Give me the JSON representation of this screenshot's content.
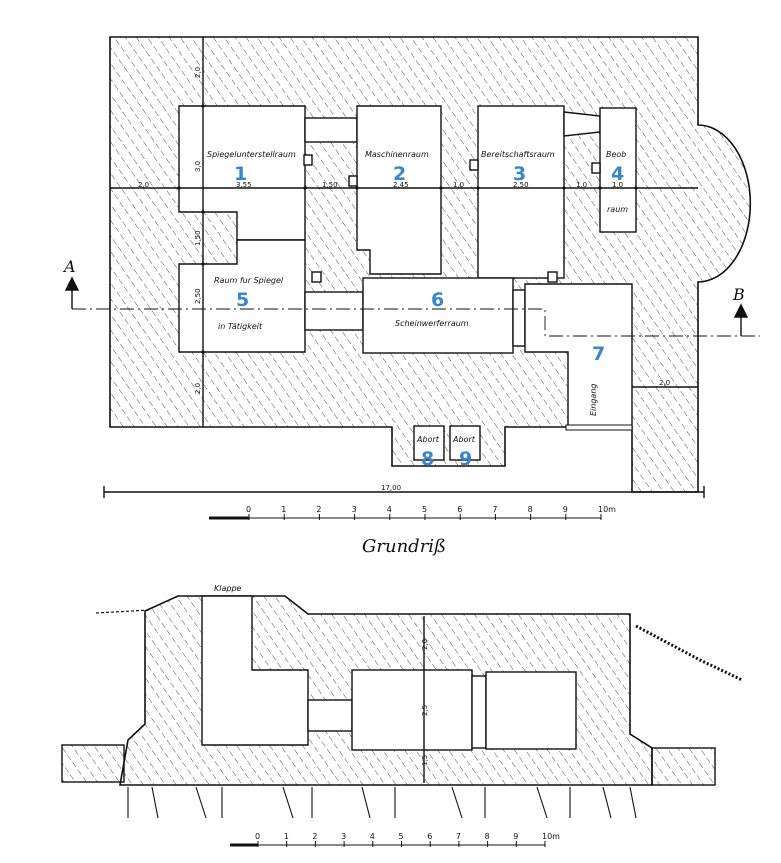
{
  "caption": "Grundriß",
  "section_marks": {
    "left": "A",
    "right": "B"
  },
  "rooms": [
    {
      "id": "1",
      "name": "Spiegelunterstellraum"
    },
    {
      "id": "2",
      "name": "Maschinenraum"
    },
    {
      "id": "3",
      "name": "Bereitschaftsraum"
    },
    {
      "id": "4",
      "name": "Beob",
      "name2": "raum"
    },
    {
      "id": "5",
      "name": "Raum fur Spiegel",
      "name2": "in Tätigkeit"
    },
    {
      "id": "6",
      "name": "Scheinwerferraum"
    },
    {
      "id": "7",
      "name": "Eingang"
    },
    {
      "id": "8",
      "name": "Abort"
    },
    {
      "id": "9",
      "name": "Abort"
    }
  ],
  "plan_dimensions": {
    "d1": "2,0",
    "d2": "3,0",
    "d3": "3,55",
    "d4": "1,50",
    "d5": "2,45",
    "d6": "1,0",
    "d7": "2,50",
    "d8": "1,0",
    "d9": "1,0",
    "d10": "2,0",
    "d11": "1,50",
    "d12": "2,50",
    "d13": "2,0",
    "d14": "2,0",
    "d15": "17,00"
  },
  "scale_labels": [
    "0",
    "1",
    "2",
    "3",
    "4",
    "5",
    "6",
    "7",
    "8",
    "9",
    "10m"
  ],
  "section": {
    "hatch_label": "Klappe",
    "dim_top": "2,0",
    "dim_mid": "2,5",
    "dim_bot": "1,5"
  }
}
